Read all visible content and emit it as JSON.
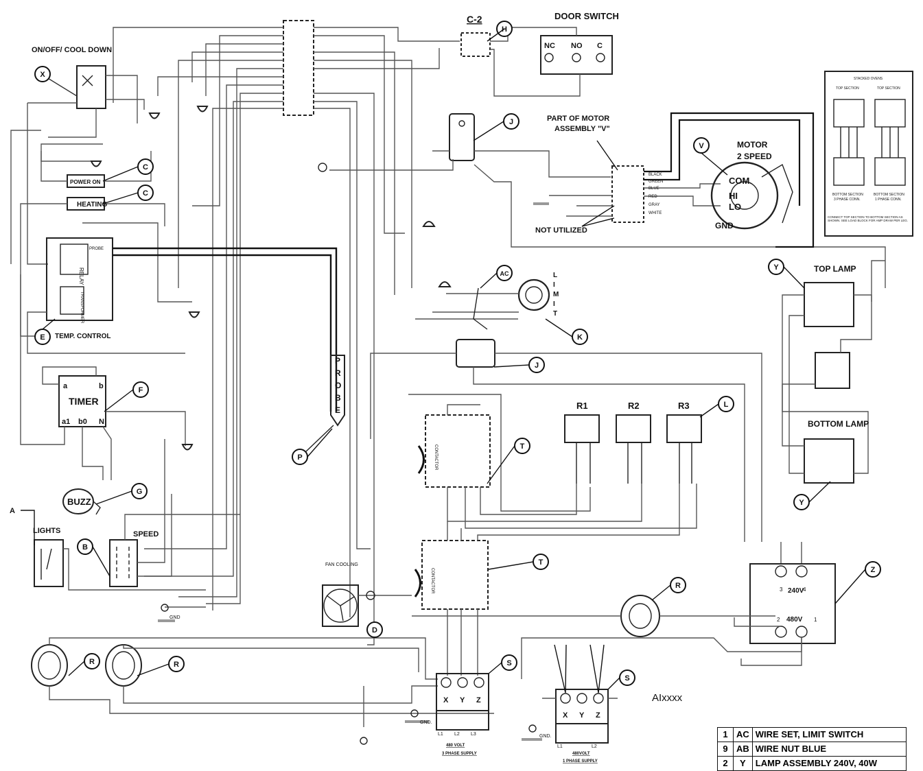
{
  "labels": {
    "c2": "C-2",
    "door_switch": "DOOR SWITCH",
    "nc": "NC",
    "no": "NO",
    "c": "C",
    "onoff": "ON/OFF/ COOL DOWN",
    "power_on": "POWER ON",
    "heating": "HEATING",
    "relay": "RELAY",
    "transformer": "TRANSFORMER",
    "probe_small": "PROBE",
    "temp_control": "TEMP. CONTROL",
    "timer": "TIMER",
    "timer_a": "a",
    "timer_b": "b",
    "timer_a1": "a1",
    "timer_b0": "b0",
    "timer_n": "N",
    "buzz": "BUZZ",
    "lights": "LIGHTS",
    "speed": "SPEED",
    "gnd": "GND",
    "gnd2": "GND.",
    "fan_cooling": "FAN COOLING",
    "probe_vertical": "PROBE",
    "part_of_motor": "PART OF MOTOR",
    "assembly_v": "ASSEMBLY \"V\"",
    "not_utilized": "NOT UTILIZED",
    "motor": "MOTOR",
    "two_speed": "2 SPEED",
    "com": "COM",
    "hi": "HI",
    "lo": "LO",
    "motor_gnd": "GND",
    "wire_colors": [
      "BLACK",
      "GREEN",
      "BLUE",
      "RED",
      "GRAY",
      "WHITE"
    ],
    "limit": "LIMIT",
    "top_lamp": "TOP LAMP",
    "bottom_lamp": "BOTTOM LAMP",
    "r1": "R1",
    "r2": "R2",
    "r3": "R3",
    "contactor": "CONTACTOR",
    "v240": "240V",
    "v480": "480V",
    "z_3": "3",
    "z_4": "4",
    "z_2": "2",
    "z_1": "1",
    "supply_480_3": "480 VOLT",
    "supply_3phase": "3 PHASE SUPPLY",
    "supply_480_1": "480VOLT",
    "supply_1phase": "1 PHASE SUPPLY",
    "alxxxx": "AIxxxx",
    "x": "X",
    "y": "Y",
    "z": "Z",
    "l1": "L1",
    "l2": "L2",
    "l3": "L3",
    "stacked_ovens": "STACKED OVENS",
    "top_section": "TOP SECTION",
    "bottom_section": "BOTTOM SECTION",
    "three_phase_conn": "3 PHASE CONN.",
    "one_phase_conn": "1 PHASE CONN.",
    "inset_note": "CONNECT TOP SECTION TO BOTTOM SECTION AS SHOWN. SEE LOAD BLOCK FOR AMP DRAW PER LEG."
  },
  "callouts": [
    "H",
    "X",
    "C",
    "C",
    "E",
    "F",
    "G",
    "A",
    "B",
    "J",
    "V",
    "AC",
    "K",
    "J",
    "Y",
    "L",
    "T",
    "T",
    "Y",
    "P",
    "D",
    "R",
    "R",
    "R",
    "S",
    "S",
    "Z"
  ],
  "parts_table": [
    {
      "qty": "1",
      "code": "AC",
      "desc": "WIRE SET, LIMIT SWITCH"
    },
    {
      "qty": "9",
      "code": "AB",
      "desc": "WIRE NUT BLUE"
    },
    {
      "qty": "2",
      "code": "Y",
      "desc": "LAMP ASSEMBLY 240V, 40W"
    }
  ]
}
